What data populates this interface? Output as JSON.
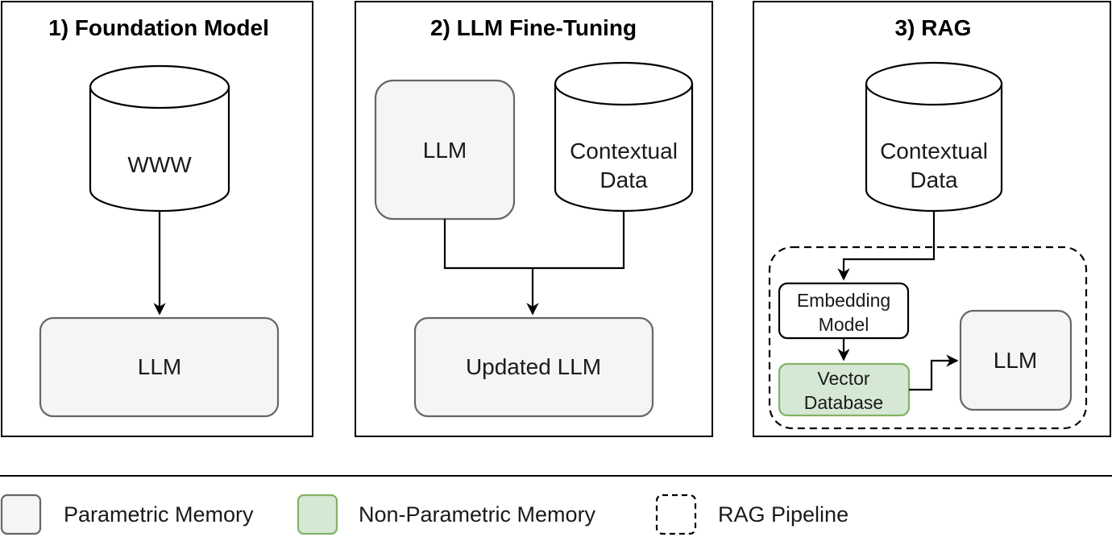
{
  "panels": {
    "foundation": {
      "title": "1) Foundation Model",
      "db_label": "WWW",
      "llm_label": "LLM"
    },
    "finetune": {
      "title": "2) LLM Fine-Tuning",
      "llm_label": "LLM",
      "db_line1": "Contextual",
      "db_line2": "Data",
      "updated_label": "Updated LLM"
    },
    "rag": {
      "title": "3) RAG",
      "db_line1": "Contextual",
      "db_line2": "Data",
      "embed_line1": "Embedding",
      "embed_line2": "Model",
      "vector_line1": "Vector",
      "vector_line2": "Database",
      "llm_label": "LLM"
    }
  },
  "legend": {
    "parametric": "Parametric Memory",
    "non_parametric": "Non-Parametric Memory",
    "pipeline": "RAG Pipeline"
  },
  "colors": {
    "parametric_fill": "#f5f5f5",
    "parametric_stroke": "#666666",
    "non_parametric_fill": "#d5e8d4",
    "non_parametric_stroke": "#82b366"
  }
}
